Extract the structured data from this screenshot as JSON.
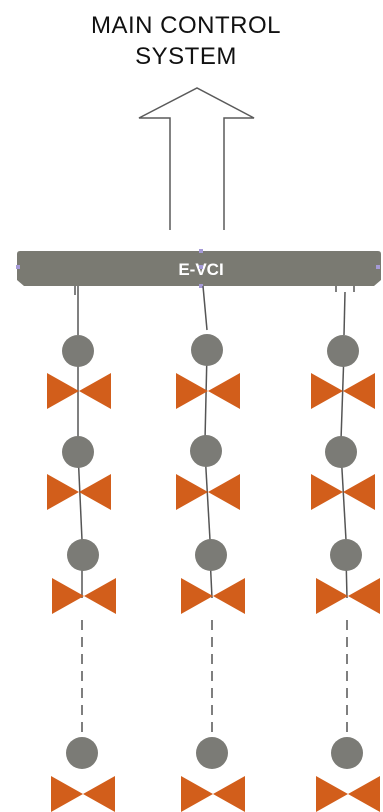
{
  "title": {
    "line1": "MAIN CONTROL",
    "line2": "SYSTEM"
  },
  "bus": {
    "label": "E-VCI"
  },
  "columns_visible": 3,
  "valves_per_column_visible": 4,
  "colors": {
    "bus_fill": "#7a7a72",
    "node_fill": "#7b7b76",
    "valve_fill": "#d25e1b",
    "line": "#555555",
    "arrow_stroke": "#555555"
  },
  "icons": {
    "arrow": "upward-arrow-icon",
    "node": "actuator-node-icon",
    "valve": "bowtie-valve-icon"
  }
}
